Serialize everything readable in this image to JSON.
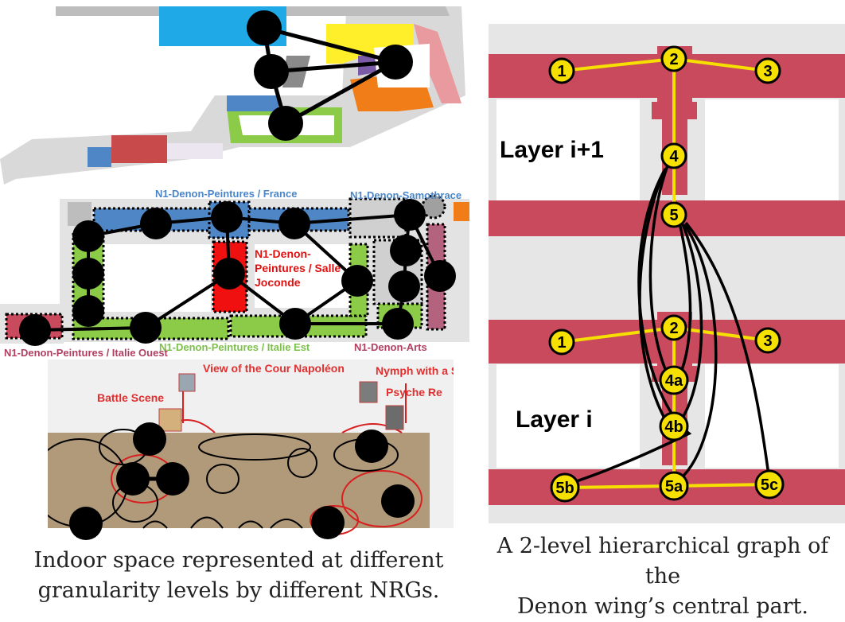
{
  "left_panel": {
    "middle_map": {
      "label_france": "N1-Denon-Peintures / France",
      "label_samothrace": "N1-Denon-Samothrace",
      "label_joconde_lines": [
        "N1-Denon-",
        "Peintures / Salle",
        "Joconde"
      ],
      "label_italie_ouest": "N1-Denon-Peintures / Italie Ouest",
      "label_italie_est": "N1-Denon-Peintures / Italie Est",
      "label_arts": "N1-Denon-Arts"
    },
    "bottom_map": {
      "label_cour": "View of the Cour Napoléon",
      "label_battle": "Battle Scene",
      "label_nymph": "Nymph with a Sc",
      "label_psyche": "Psyche Re"
    },
    "caption_lines": [
      "Indoor space represented at different",
      "granularity levels by different NRGs."
    ]
  },
  "right_panel": {
    "layer_upper": {
      "title": "Layer i+1",
      "nodes": [
        "1",
        "2",
        "3",
        "4",
        "5"
      ]
    },
    "layer_lower": {
      "title": "Layer i",
      "nodes": [
        "1",
        "2",
        "3",
        "4a",
        "4b",
        "5a",
        "5b",
        "5c"
      ]
    },
    "caption_lines": [
      "A 2-level hierarchical graph of the",
      "Denon wing’s central part."
    ]
  },
  "colors": {
    "room_red": "#c94a5d",
    "edge_yellow": "#f5e000",
    "node_black": "#000000",
    "blue_room": "#4f86c6",
    "green_room": "#8cc84b",
    "floor_tan": "#b09a7a"
  }
}
